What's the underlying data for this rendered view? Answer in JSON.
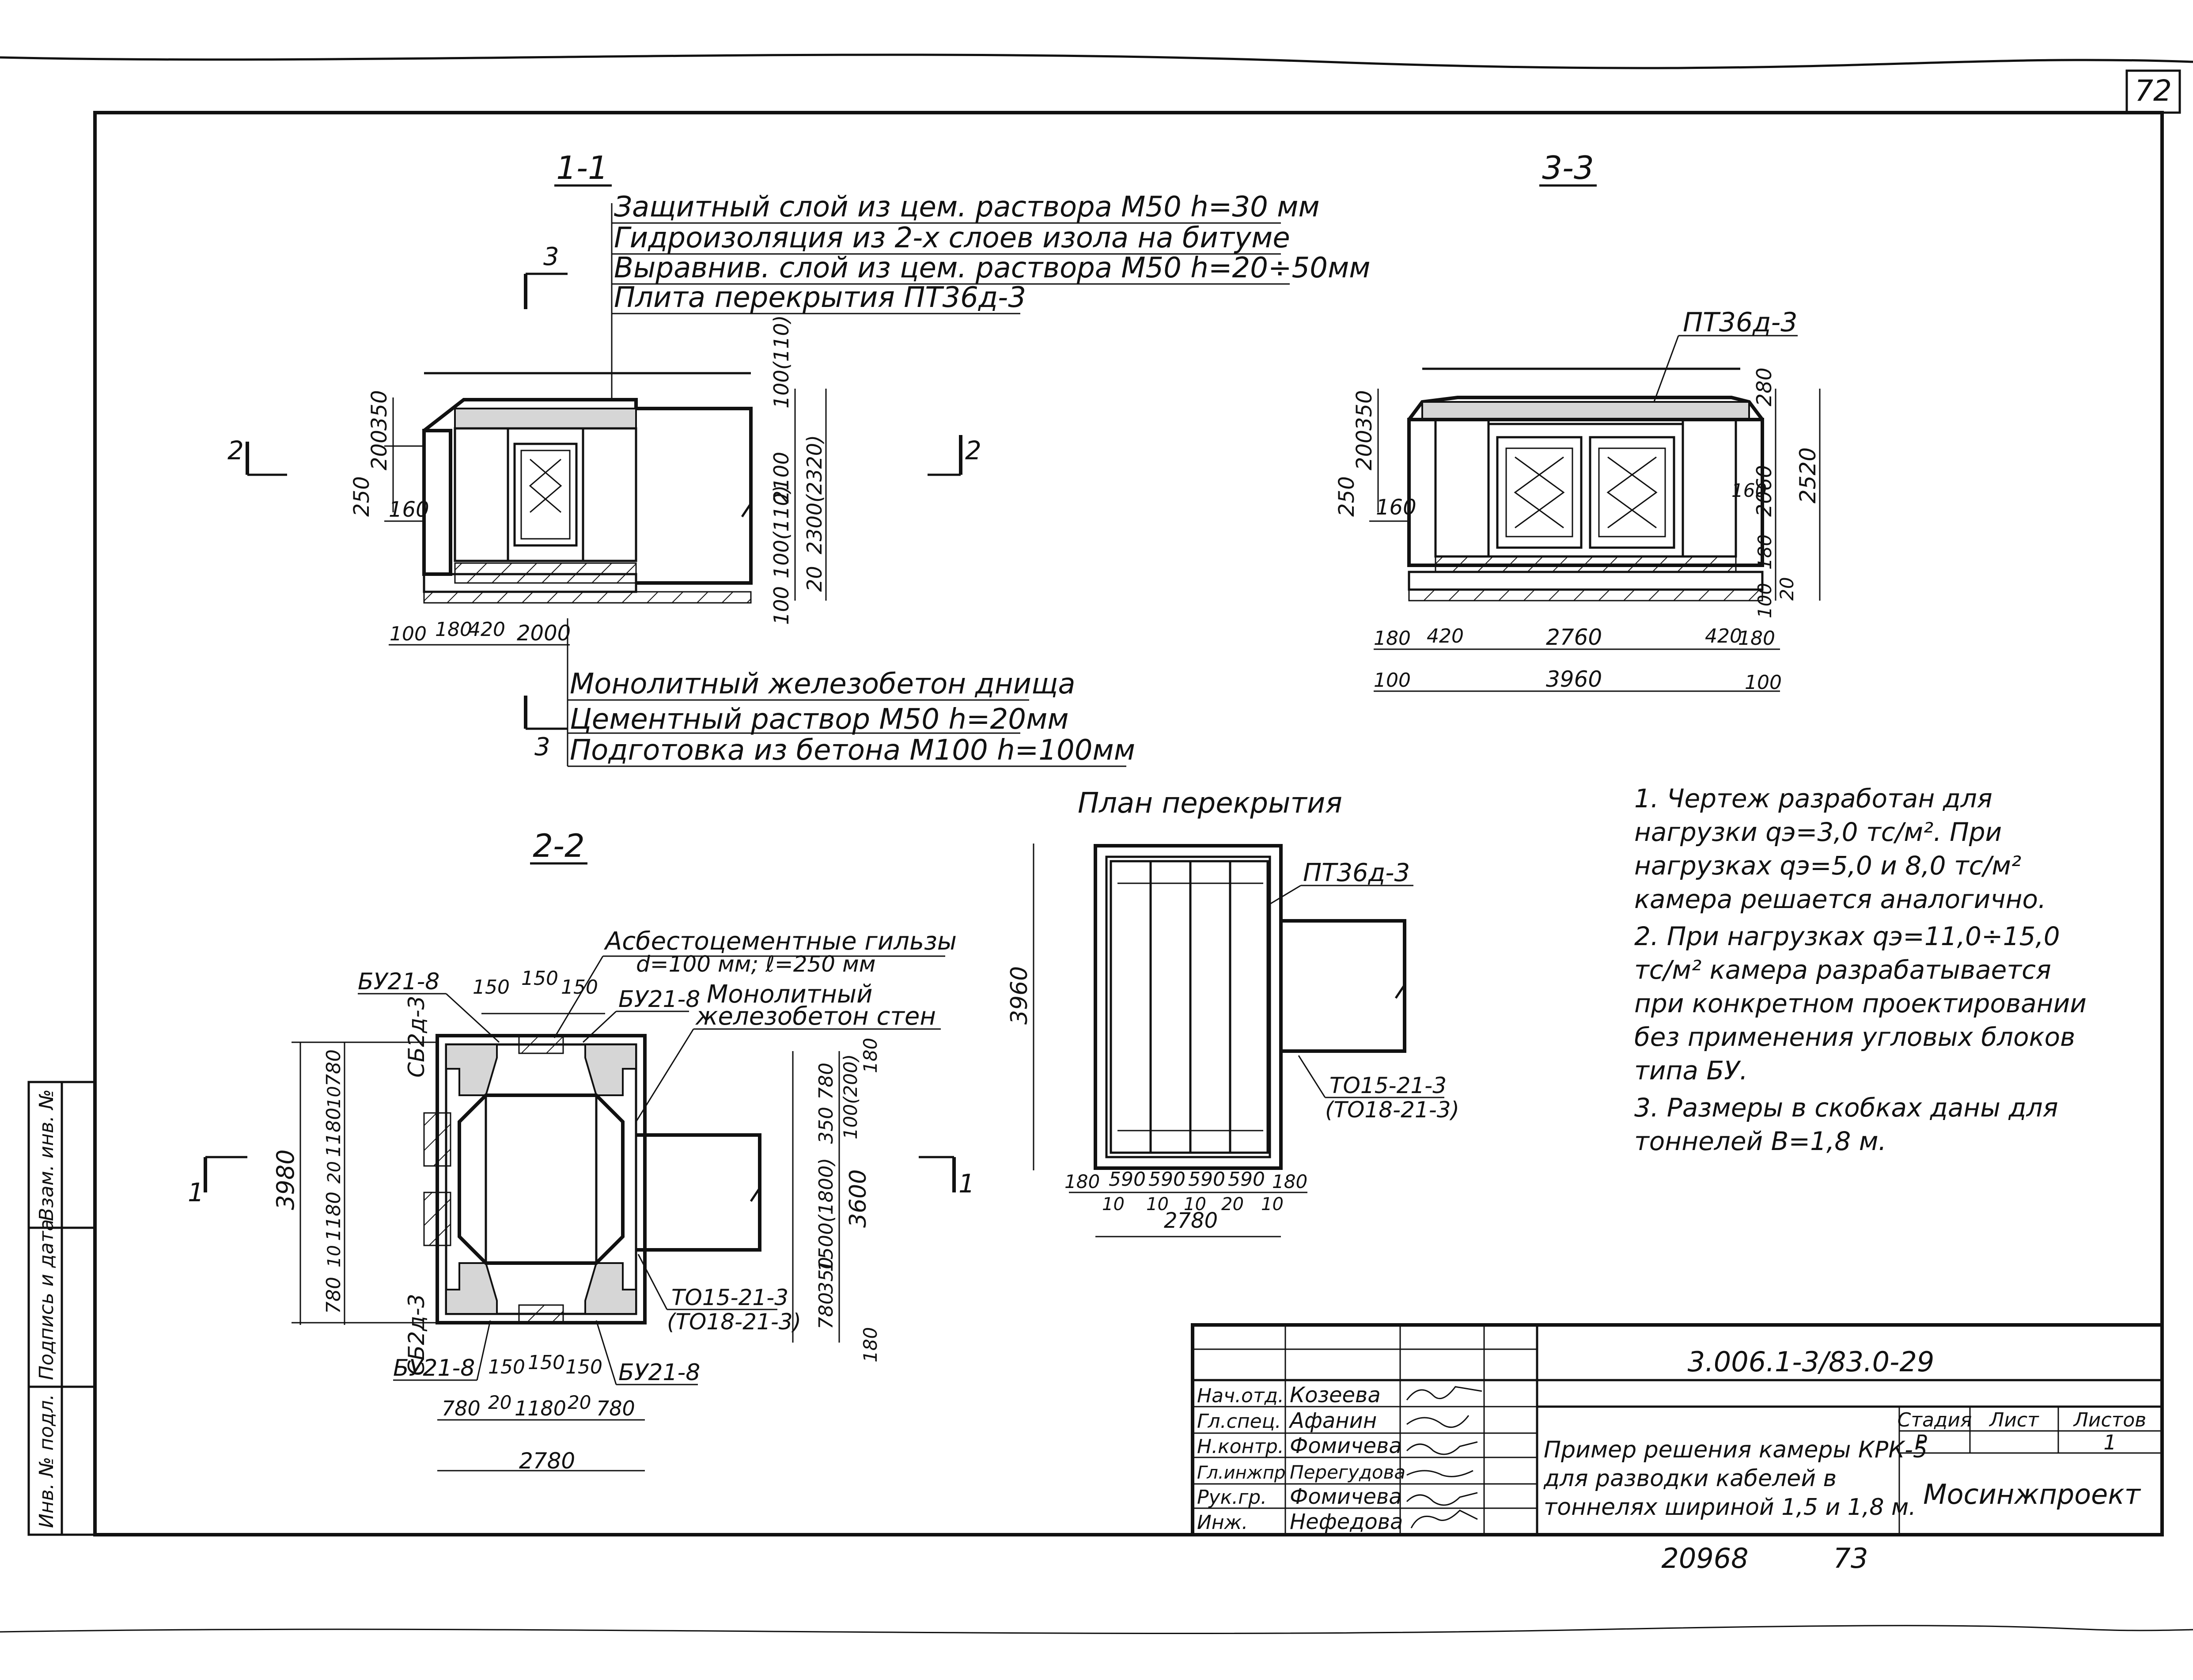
{
  "sheet_number": "72",
  "sections": {
    "s11": {
      "title": "1-1",
      "top_notes": [
        "Защитный слой из цем. раствора М50 h=30 мм",
        "Гидроизоляция из 2-х слоев изола на битуме",
        "Выравнив. слой из цем. раствора М50 h=20÷50мм",
        "Плита перекрытия ПТ36д-3"
      ],
      "bottom_notes": [
        "Монолитный железобетон днища",
        "Цементный раствор М50  h=20мм",
        "Подготовка из бетона М100 h=100мм"
      ],
      "dims": [
        "350",
        "200",
        "250",
        "160",
        "100(110)",
        "2100",
        "100(110)",
        "100",
        "20",
        "2300(2320)",
        "100",
        "180",
        "420",
        "2000"
      ],
      "cut_marks": [
        "3",
        "3",
        "2",
        "2"
      ]
    },
    "s33": {
      "title": "3-3",
      "slab_label": "ПТ36д-3",
      "dims": [
        "350",
        "200",
        "250",
        "160",
        "160",
        "280",
        "2060",
        "2520",
        "180",
        "100",
        "20",
        "180",
        "420",
        "2760",
        "420",
        "180",
        "100",
        "3960",
        "100"
      ]
    },
    "s22": {
      "title": "2-2",
      "labels": {
        "bu_tl": "БУ21-8",
        "bu_tr": "БУ21-8",
        "bu_bl": "БУ21-8",
        "bu_br": "БУ21-8",
        "sb_top": "СБ2д-3",
        "sb_bottom": "СБ2д-3",
        "pipes": "Асбестоцементные гильзы",
        "pipes_dim": "d=100 мм; ℓ=250 мм",
        "wall": "Монолитный",
        "wall2": "железобетон стен",
        "to1": "ТО15-21-3",
        "to2": "(ТО18-21-3)"
      },
      "dims": [
        "150",
        "150",
        "150",
        "150",
        "150",
        "150",
        "3980",
        "780",
        "10",
        "1180",
        "20",
        "1180",
        "10",
        "780",
        "780",
        "20",
        "1180",
        "20",
        "780",
        "2780",
        "3600",
        "1500(1800)",
        "350",
        "780",
        "780",
        "350",
        "100(200)",
        "180",
        "180"
      ],
      "cut_marks": [
        "1",
        "1"
      ]
    },
    "plan": {
      "title": "План перекрытия",
      "slab_label": "ПТ36д-3",
      "to1": "ТО15-21-3",
      "to2": "(ТО18-21-3)",
      "height_dim": "3960",
      "dims": [
        "180",
        "590",
        "590",
        "590",
        "590",
        "180",
        "10",
        "10",
        "10",
        "20",
        "10",
        "2780"
      ]
    }
  },
  "notes": [
    "1. Чертеж разработан для нагрузки qэ=3,0 тс/м². При нагрузках qэ=5,0 и 8,0 тс/м² камера решается аналогично.",
    "2. При нагрузках qэ=11,0÷15,0 тс/м² камера разрабатывается при конкретном проектировании без применения угловых блоков типа БУ.",
    "3. Размеры в скобках даны для тоннелей В=1,8 м."
  ],
  "title_block": {
    "code": "3.006.1-3/83.0-29",
    "title_lines": [
      "Пример решения камеры КРК-5",
      "для разводки кабелей  в",
      "тоннелях шириной 1,5 и 1,8 м."
    ],
    "col_headers": [
      "Стадия",
      "Лист",
      "Листов"
    ],
    "stage": "Р",
    "sheet": "",
    "sheets": "1",
    "org": "Мосинжпроект",
    "staff": [
      {
        "role": "Нач.отд.",
        "name": "Козеева"
      },
      {
        "role": "Гл.спец.",
        "name": "Афанин"
      },
      {
        "role": "Н.контр.",
        "name": "Фомичева"
      },
      {
        "role": "Гл.инжпр",
        "name": "Перегудова"
      },
      {
        "role": "Рук.гр.",
        "name": "Фомичева"
      },
      {
        "role": "Инж.",
        "name": "Нефедова"
      }
    ]
  },
  "side_stamp": [
    "Инв. № подл.",
    "Подпись и дата",
    "Взам. инв. №"
  ],
  "footer": {
    "inv": "20968",
    "page": "73"
  }
}
